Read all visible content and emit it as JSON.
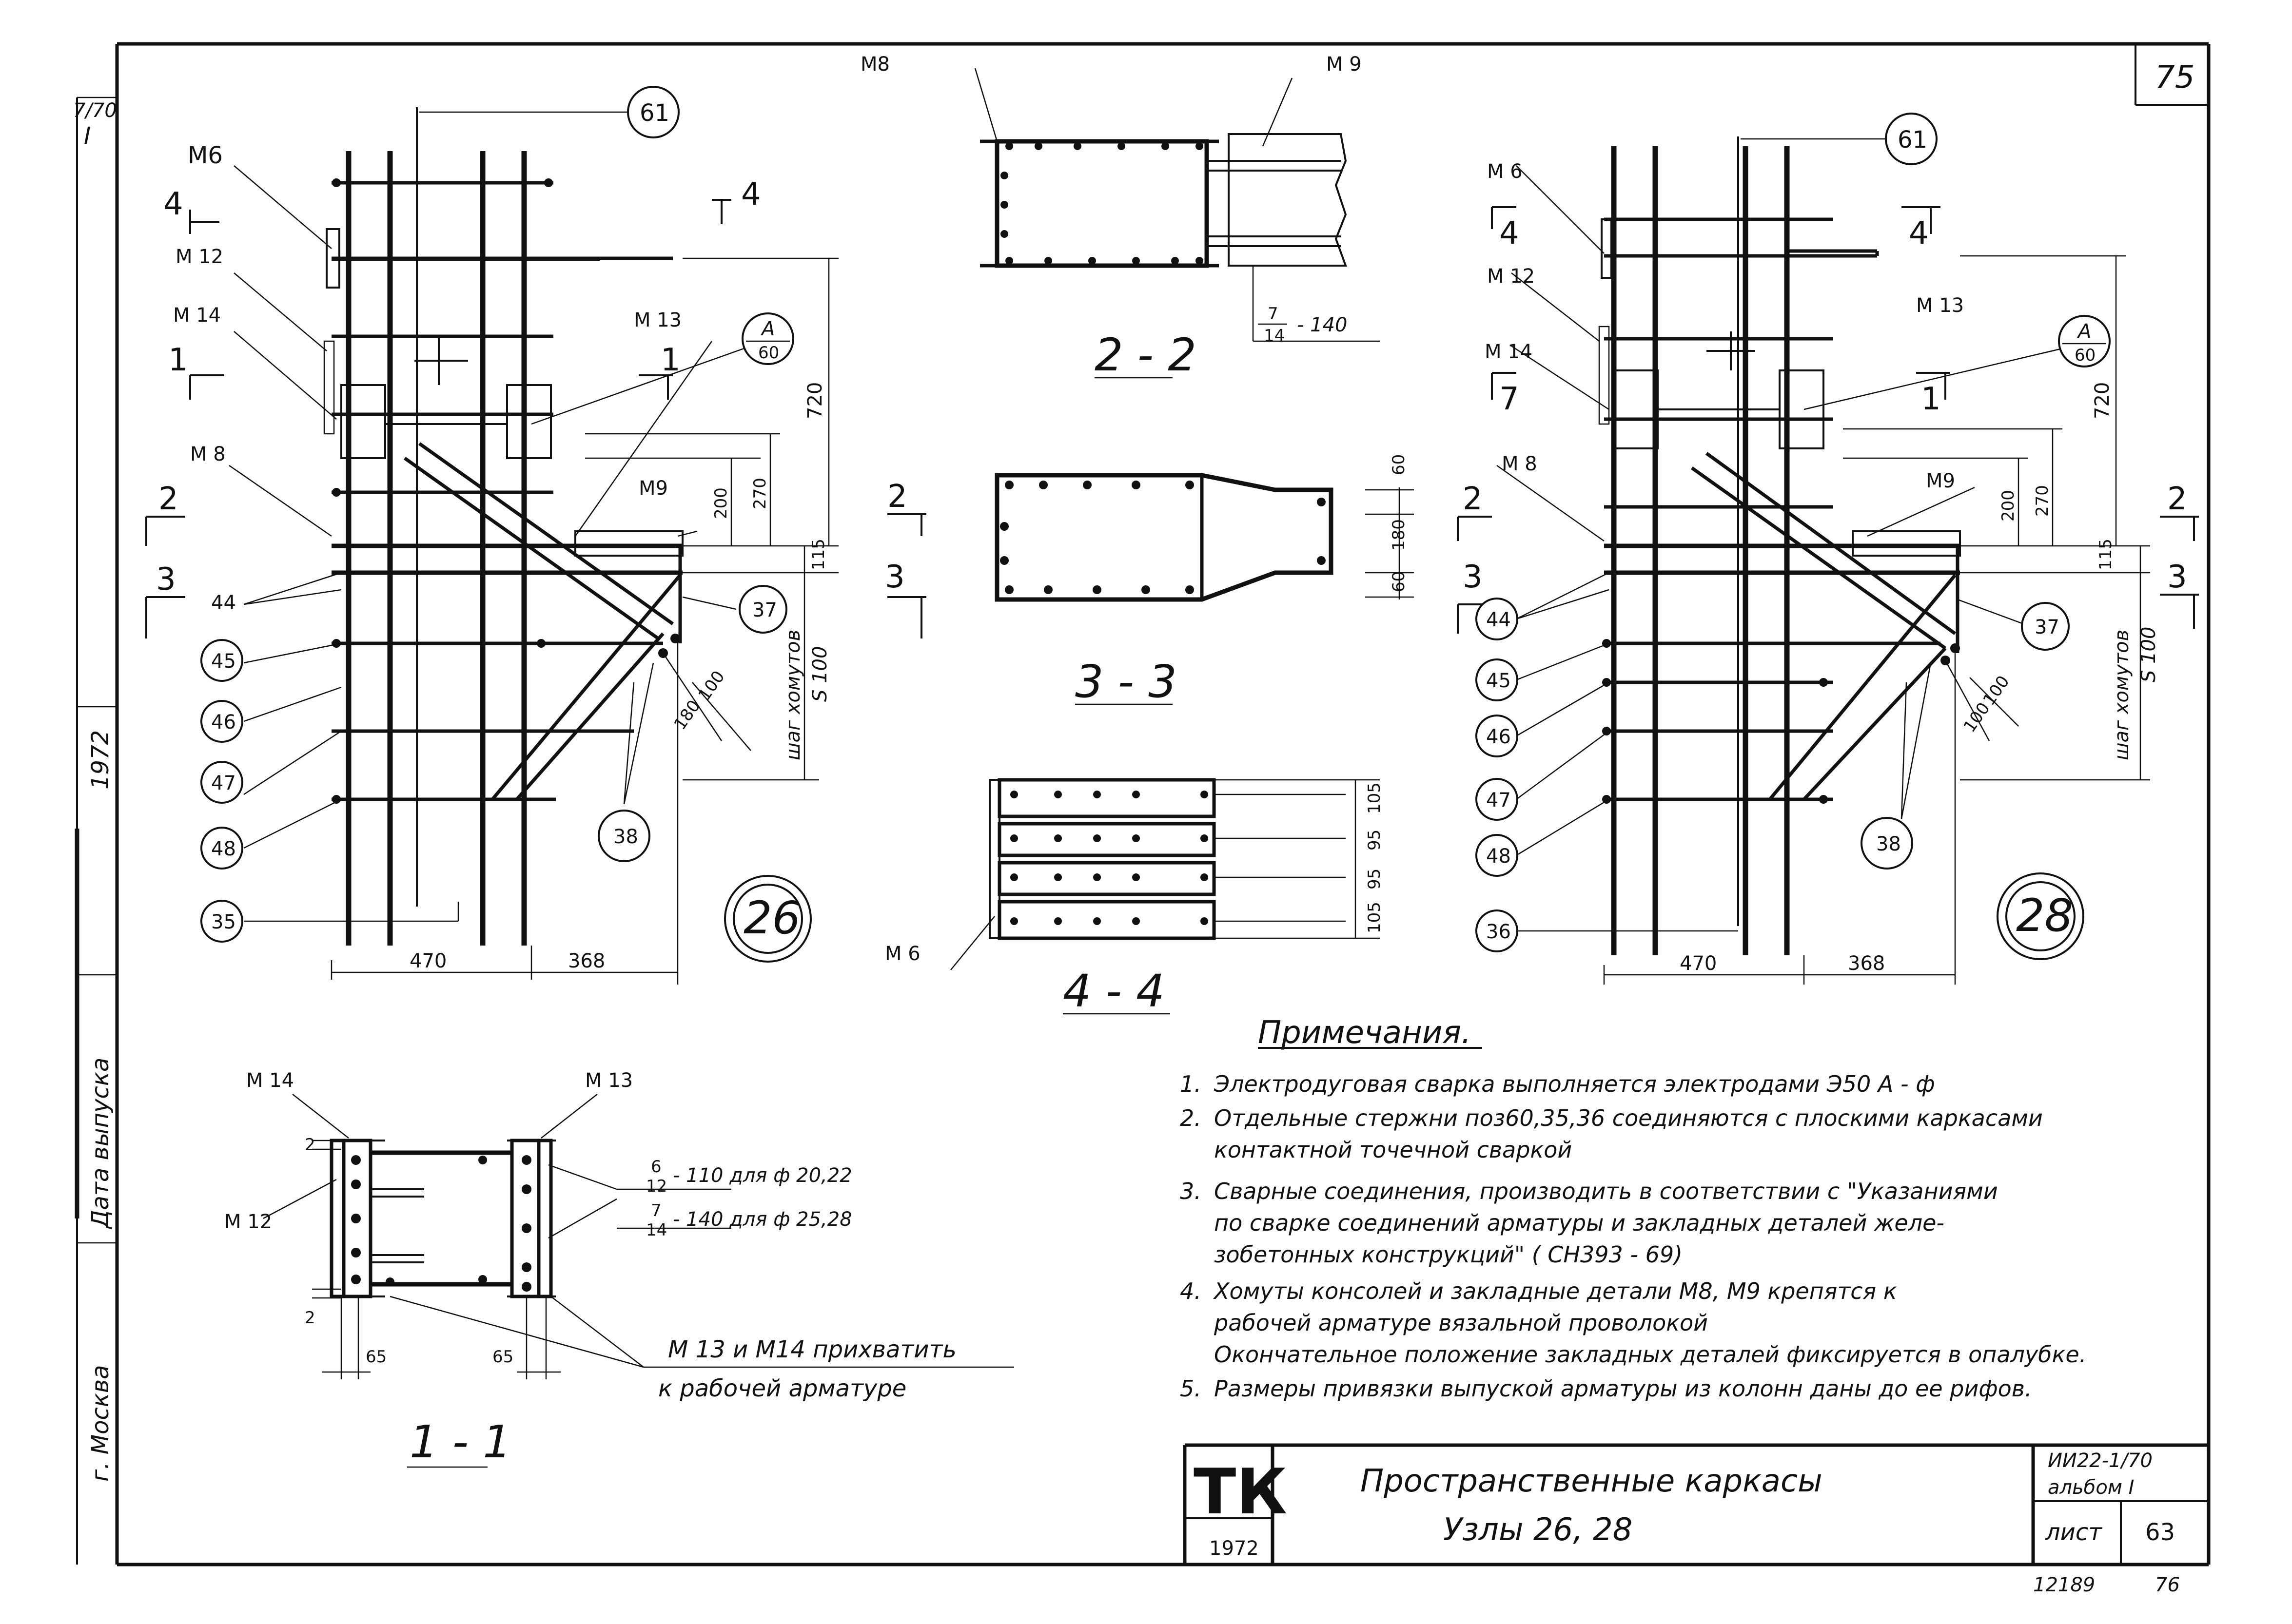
{
  "sheet": {
    "page_number": "75",
    "left_strip": {
      "top_code": "7/70",
      "top_roman": "I",
      "year": "1972",
      "date_label": "Дата выпуска",
      "city": "г. Москва"
    }
  },
  "node26": {
    "title": "26",
    "callouts": {
      "c61": "61",
      "c44": "44",
      "c45": "45",
      "c46": "46",
      "c47": "47",
      "c48": "48",
      "c35": "35",
      "c37": "37",
      "c38": "38",
      "detail_top": "А",
      "detail_bottom": "60"
    },
    "marks": {
      "m6": "М6",
      "m12": "М 12",
      "m14": "М 14",
      "m13": "М 13",
      "m8": "М 8",
      "m9": "М9"
    },
    "section_marks": {
      "s4a": "4",
      "s4b": "4",
      "s1a": "1",
      "s1b": "1",
      "s2": "2",
      "s3": "3"
    },
    "dims": {
      "d720": "720",
      "d270": "270",
      "d200": "200",
      "d115": "115",
      "step_label": "шаг хомутов",
      "step_value": "S 100",
      "d100": "100",
      "d180": "180",
      "d470": "470",
      "d368": "368"
    }
  },
  "node28": {
    "title": "28",
    "callouts": {
      "c61": "61",
      "c44": "44",
      "c45": "45",
      "c46": "46",
      "c47": "47",
      "c48": "48",
      "c36": "36",
      "c37": "37",
      "c38": "38",
      "detail_top": "А",
      "detail_bottom": "60"
    },
    "marks": {
      "m6": "М 6",
      "m12": "М 12",
      "m14": "М 14",
      "m13": "М 13",
      "m8": "М 8",
      "m9": "М9"
    },
    "section_marks": {
      "s4a": "4",
      "s4b": "4",
      "s7": "7",
      "s1": "1",
      "s2a": "2",
      "s2b": "2",
      "s3a": "3",
      "s3b": "3"
    },
    "dims": {
      "d720": "720",
      "d270": "270",
      "d200": "200",
      "d115": "115",
      "step_label": "шаг хомутов",
      "step_value": "S 100",
      "d100a": "100",
      "d100b": "100",
      "d470": "470",
      "d368": "368"
    }
  },
  "section22": {
    "label": "2 - 2",
    "m8": "М8",
    "m9": "М 9",
    "frac_num": "7",
    "frac_den": "14",
    "frac_rest": "- 140"
  },
  "section33": {
    "label": "3 - 3",
    "dims": {
      "d60a": "60",
      "d180": "180",
      "d60b": "60"
    }
  },
  "section44": {
    "label": "4 - 4",
    "m6": "М 6",
    "dims": {
      "d105a": "105",
      "d95a": "95",
      "d95b": "95",
      "d105b": "105"
    }
  },
  "section11": {
    "label": "1 - 1",
    "m14": "М 14",
    "m13": "М 13",
    "m12": "М 12",
    "weld1_num": "6",
    "weld1_den": "12",
    "weld1_rest": "- 110 для ф 20,22",
    "weld2_num": "7",
    "weld2_den": "14",
    "weld2_rest": "- 140 для ф 25,28",
    "d65a": "65",
    "d65b": "65",
    "d2a": "2",
    "d2b": "2",
    "note_line1": "М 13 и М14 прихватить",
    "note_line2": "к рабочей арматуре"
  },
  "notes": {
    "title": "Примечания.",
    "items": [
      {
        "num": "1.",
        "lines": [
          "Электродуговая сварка выполняется электродами Э50 А - ф"
        ]
      },
      {
        "num": "2.",
        "lines": [
          "Отдельные стержни поз60,35,36 соединяются с плоскими каркасами",
          "контактной точечной сваркой"
        ]
      },
      {
        "num": "3.",
        "lines": [
          "Сварные соединения, производить в соответствии с \"Указаниями",
          "по сварке соединений арматуры и закладных деталей желе-",
          "зобетонных конструкций\" ( СН393 - 69)"
        ]
      },
      {
        "num": "4.",
        "lines": [
          "Хомуты консолей и закладные детали М8, М9 крепятся к",
          "рабочей арматуре вязальной проволокой",
          "Окончательное положение закладных деталей фиксируется в опалубке."
        ]
      },
      {
        "num": "5.",
        "lines": [
          "Размеры привязки выпуской арматуры из колонн даны до ее рифов."
        ]
      }
    ]
  },
  "title_block": {
    "logo": "ТК",
    "logo_year": "1972",
    "title": "Пространственные каркасы",
    "subtitle": "Узлы 26, 28",
    "series": "ИИ22-1/70",
    "album": "альбом I",
    "sheet_label": "лист",
    "sheet_number": "63",
    "bottom_code": "12189",
    "bottom_num": "76"
  }
}
